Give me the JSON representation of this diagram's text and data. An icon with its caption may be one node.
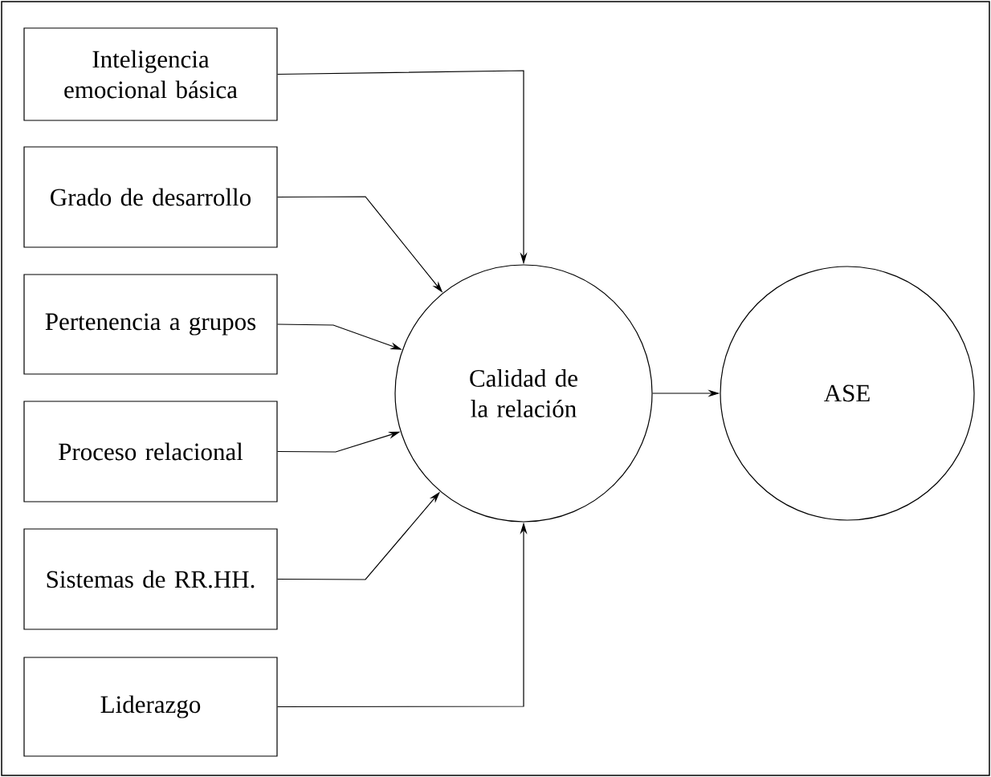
{
  "diagram": {
    "nodes": [
      {
        "text": [
          "Inteligencia emocional básica"
        ]
      },
      {
        "text": [
          "Grado de desarrollo"
        ]
      },
      {
        "text": [
          "Pertenencia a grupos"
        ]
      },
      {
        "text": [
          "Proceso relacional"
        ]
      },
      {
        "text": [
          "Sistemas de RR.HH."
        ]
      },
      {
        "text": [
          "Liderazgo"
        ]
      },
      {
        "text": [
          "Calidad de la relación"
        ]
      },
      {
        "text": [
          "ASE"
        ]
      }
    ],
    "edges": [
      {
        "from": 0,
        "to": 6,
        "arrow": "to"
      },
      {
        "from": 1,
        "to": 6,
        "arrow": "to"
      },
      {
        "from": 2,
        "to": 6,
        "arrow": "to"
      },
      {
        "from": 3,
        "to": 6,
        "arrow": "to"
      },
      {
        "from": 4,
        "to": 6,
        "arrow": "to"
      },
      {
        "from": 5,
        "to": 6,
        "arrow": "to"
      },
      {
        "from": 6,
        "to": 7,
        "arrow": "to"
      }
    ]
  }
}
